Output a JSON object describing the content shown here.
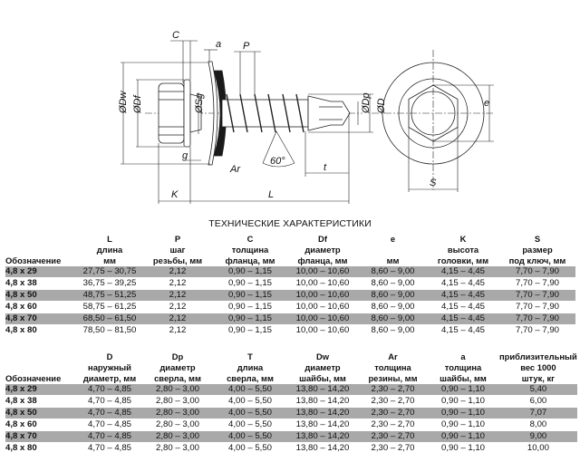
{
  "diagram": {
    "labels": {
      "C": "C",
      "a": "a",
      "P": "P",
      "Dw": "ØDw",
      "Df": "ØDf",
      "Sg": "ØSg",
      "g": "g",
      "Ar": "Ar",
      "angle": "60°",
      "Dp": "ØDp",
      "D": "ØD",
      "t": "t",
      "K": "K",
      "L": "L",
      "e": "e",
      "S": "S"
    }
  },
  "title": "ТЕХНИЧЕСКИЕ ХАРАКТЕРИСТИКИ",
  "table1": {
    "headers": [
      {
        "l1": "",
        "l2": "",
        "l3": "Обозначение"
      },
      {
        "l1": "L",
        "l2": "длина",
        "l3": "мм"
      },
      {
        "l1": "P",
        "l2": "шаг",
        "l3": "резьбы, мм"
      },
      {
        "l1": "C",
        "l2": "толщина",
        "l3": "фланца, мм"
      },
      {
        "l1": "Df",
        "l2": "диаметр",
        "l3": "фланца, мм"
      },
      {
        "l1": "e",
        "l2": "",
        "l3": "мм"
      },
      {
        "l1": "K",
        "l2": "высота",
        "l3": "головки, мм"
      },
      {
        "l1": "S",
        "l2": "размер",
        "l3": "под ключ, мм"
      }
    ],
    "rows": [
      [
        "4,8 x 29",
        "27,75 – 30,75",
        "2,12",
        "0,90 – 1,15",
        "10,00 – 10,60",
        "8,60 – 9,00",
        "4,15 – 4,45",
        "7,70 – 7,90"
      ],
      [
        "4,8 x 38",
        "36,75 – 39,25",
        "2,12",
        "0,90 – 1,15",
        "10,00 – 10,60",
        "8,60 – 9,00",
        "4,15 – 4,45",
        "7,70 – 7,90"
      ],
      [
        "4,8 x 50",
        "48,75 – 51,25",
        "2,12",
        "0,90 – 1,15",
        "10,00 – 10,60",
        "8,60 – 9,00",
        "4,15 – 4,45",
        "7,70 – 7,90"
      ],
      [
        "4,8 x 60",
        "58,75 – 61,25",
        "2,12",
        "0,90 – 1,15",
        "10,00 – 10,60",
        "8,60 – 9,00",
        "4,15 – 4,45",
        "7,70 – 7,90"
      ],
      [
        "4,8 x 70",
        "68,50 – 61,50",
        "2,12",
        "0,90 – 1,15",
        "10,00 – 10,60",
        "8,60 – 9,00",
        "4,15 – 4,45",
        "7,70 – 7,90"
      ],
      [
        "4,8 x 80",
        "78,50 – 81,50",
        "2,12",
        "0,90 – 1,15",
        "10,00 – 10,60",
        "8,60 – 9,00",
        "4,15 – 4,45",
        "7,70 – 7,90"
      ]
    ]
  },
  "table2": {
    "headers": [
      {
        "l1": "",
        "l2": "",
        "l3": "Обозначение"
      },
      {
        "l1": "D",
        "l2": "наружный",
        "l3": "диаметр, мм"
      },
      {
        "l1": "Dp",
        "l2": "диаметр",
        "l3": "сверла, мм"
      },
      {
        "l1": "T",
        "l2": "длина",
        "l3": "сверла, мм"
      },
      {
        "l1": "Dw",
        "l2": "диаметр",
        "l3": "шайбы, мм"
      },
      {
        "l1": "Ar",
        "l2": "толщина",
        "l3": "резины, мм"
      },
      {
        "l1": "a",
        "l2": "толщина",
        "l3": "шайбы, мм"
      },
      {
        "l1": "приблизительный",
        "l2": "вес 1000",
        "l3": "штук, кг"
      }
    ],
    "rows": [
      [
        "4,8 x 29",
        "4,70 – 4,85",
        "2,80 – 3,00",
        "4,00 – 5,50",
        "13,80 – 14,20",
        "2,30 – 2,70",
        "0,90 – 1,10",
        "5,40"
      ],
      [
        "4,8 x 38",
        "4,70 – 4,85",
        "2,80 – 3,00",
        "4,00 – 5,50",
        "13,80 – 14,20",
        "2,30 – 2,70",
        "0,90 – 1,10",
        "6,00"
      ],
      [
        "4,8 x 50",
        "4,70 – 4,85",
        "2,80 – 3,00",
        "4,00 – 5,50",
        "13,80 – 14,20",
        "2,30 – 2,70",
        "0,90 – 1,10",
        "7,07"
      ],
      [
        "4,8 x 60",
        "4,70 – 4,85",
        "2,80 – 3,00",
        "4,00 – 5,50",
        "13,80 – 14,20",
        "2,30 – 2,70",
        "0,90 – 1,10",
        "8,00"
      ],
      [
        "4,8 x 70",
        "4,70 – 4,85",
        "2,80 – 3,00",
        "4,00 – 5,50",
        "13,80 – 14,20",
        "2,30 – 2,70",
        "0,90 – 1,10",
        "9,00"
      ],
      [
        "4,8 x 80",
        "4,70 – 4,85",
        "2,80 – 3,00",
        "4,00 – 5,50",
        "13,80 – 14,20",
        "2,30 – 2,70",
        "0,90 – 1,10",
        "10,00"
      ]
    ]
  }
}
